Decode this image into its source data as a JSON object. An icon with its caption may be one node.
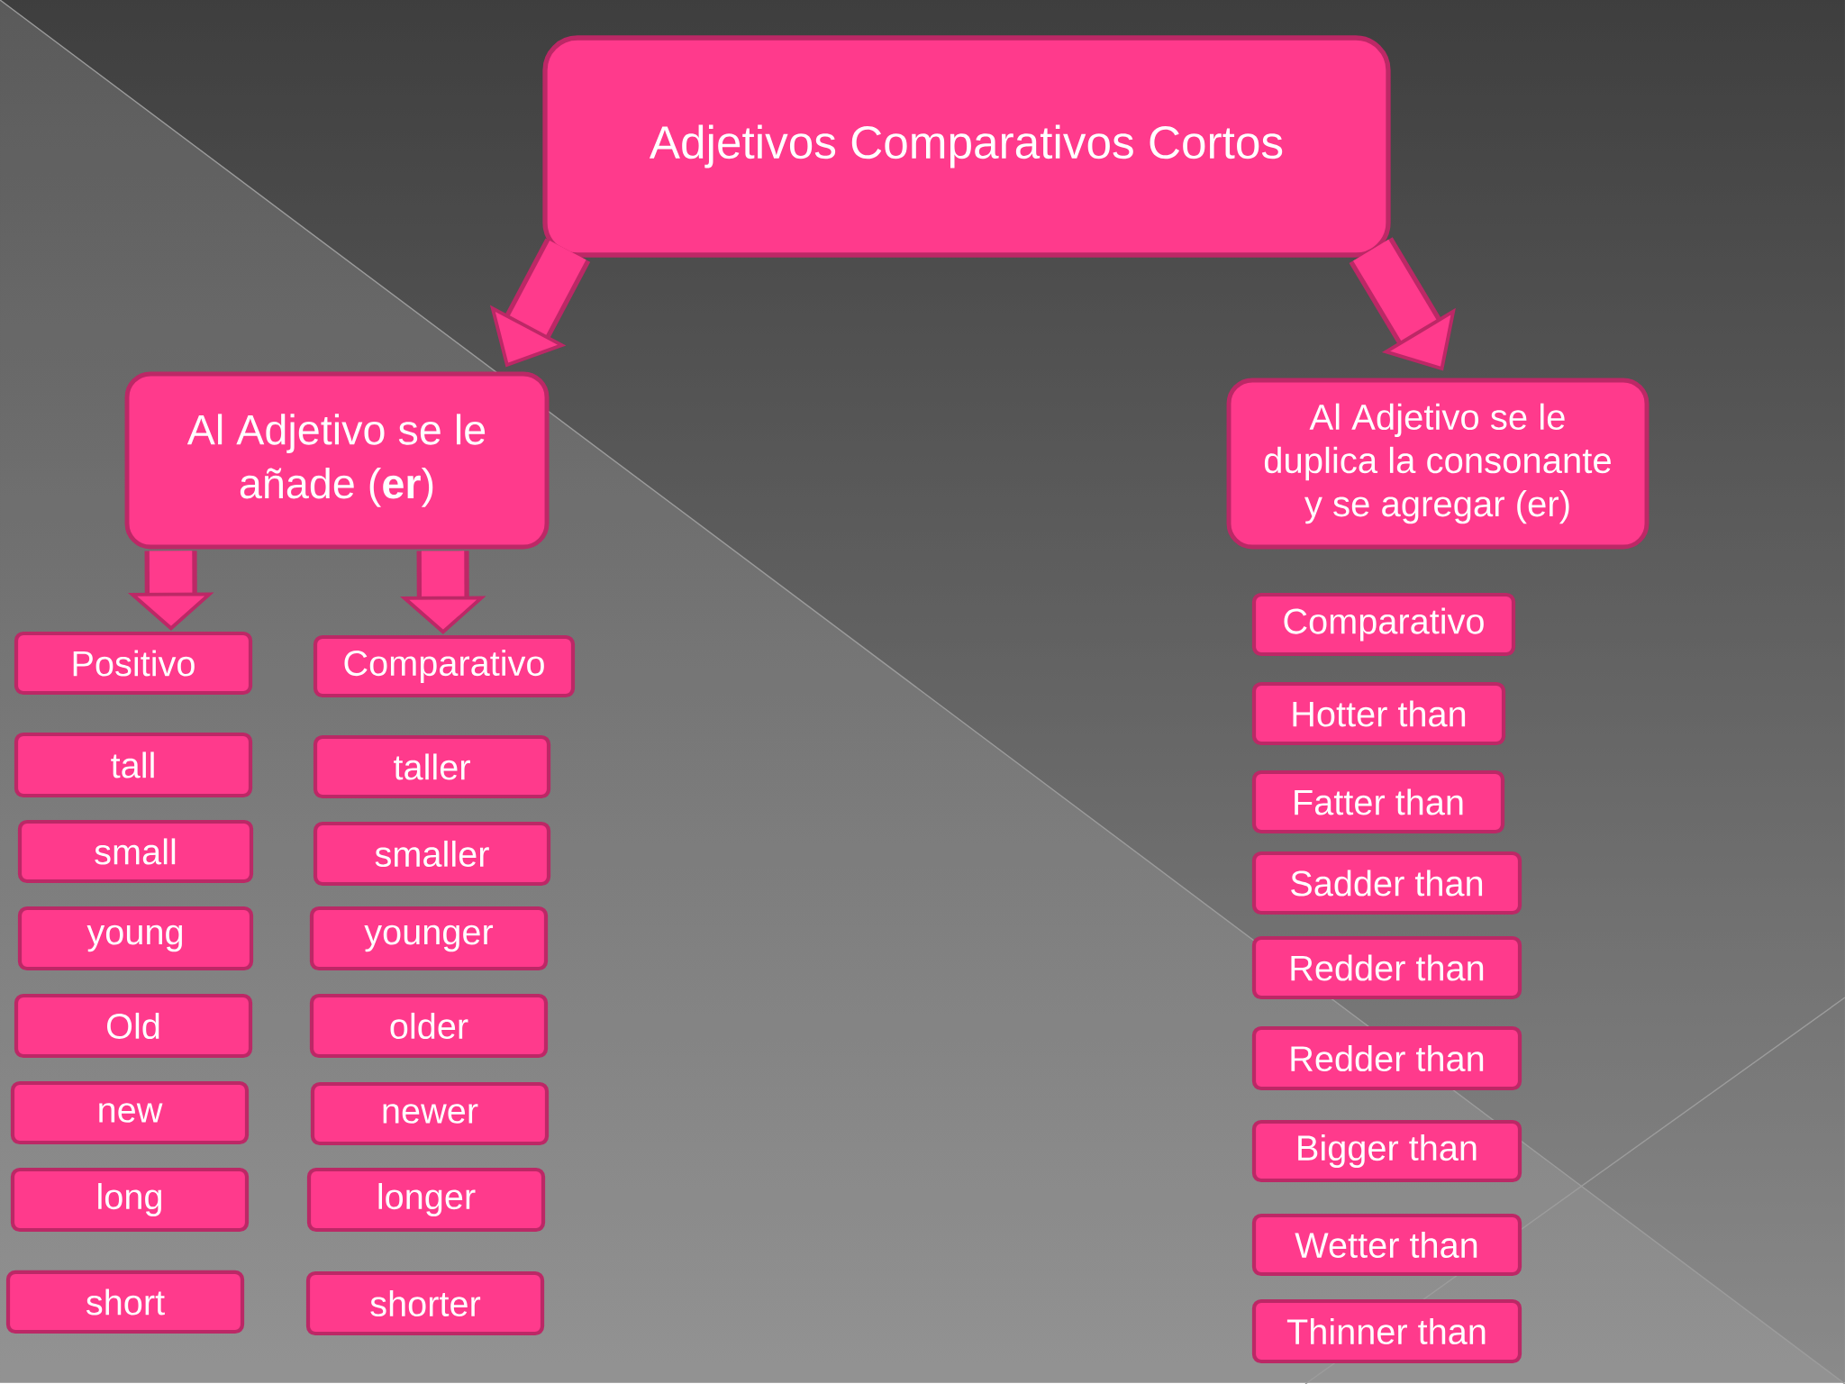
{
  "diagram": {
    "nodes": [
      {
        "text": [
          "Adjetivos Comparativos Cortos"
        ]
      },
      {
        "text": [
          "Al Adjetivo se le añade (**er**)"
        ]
      },
      {
        "text": [
          "Al Adjetivo se le duplica la consonante y se agregar (er)"
        ]
      },
      {
        "text": [
          "Positivo"
        ]
      },
      {
        "text": [
          "Comparativo"
        ]
      },
      {
        "text": [
          "tall"
        ]
      },
      {
        "text": [
          "taller"
        ]
      },
      {
        "text": [
          "small"
        ]
      },
      {
        "text": [
          "smaller"
        ]
      },
      {
        "text": [
          "young"
        ]
      },
      {
        "text": [
          "younger"
        ]
      },
      {
        "text": [
          "Old"
        ]
      },
      {
        "text": [
          "older"
        ]
      },
      {
        "text": [
          "new"
        ]
      },
      {
        "text": [
          "newer"
        ]
      },
      {
        "text": [
          "long"
        ]
      },
      {
        "text": [
          "longer"
        ]
      },
      {
        "text": [
          "short"
        ]
      },
      {
        "text": [
          "shorter"
        ]
      },
      {
        "text": [
          "Comparativo"
        ]
      },
      {
        "text": [
          "Hotter than"
        ]
      },
      {
        "text": [
          "Fatter than"
        ]
      },
      {
        "text": [
          "Sadder than"
        ]
      },
      {
        "text": [
          "Redder than"
        ]
      },
      {
        "text": [
          "Redder than"
        ]
      },
      {
        "text": [
          "Bigger than"
        ]
      },
      {
        "text": [
          "Wetter than"
        ]
      },
      {
        "text": [
          "Thinner than"
        ]
      }
    ],
    "edges": [
      {
        "from": 0,
        "to": 1,
        "arrow": "to"
      },
      {
        "from": 0,
        "to": 2,
        "arrow": "to"
      },
      {
        "from": 1,
        "to": 3,
        "arrow": "to"
      },
      {
        "from": 1,
        "to": 4,
        "arrow": "to"
      }
    ]
  }
}
